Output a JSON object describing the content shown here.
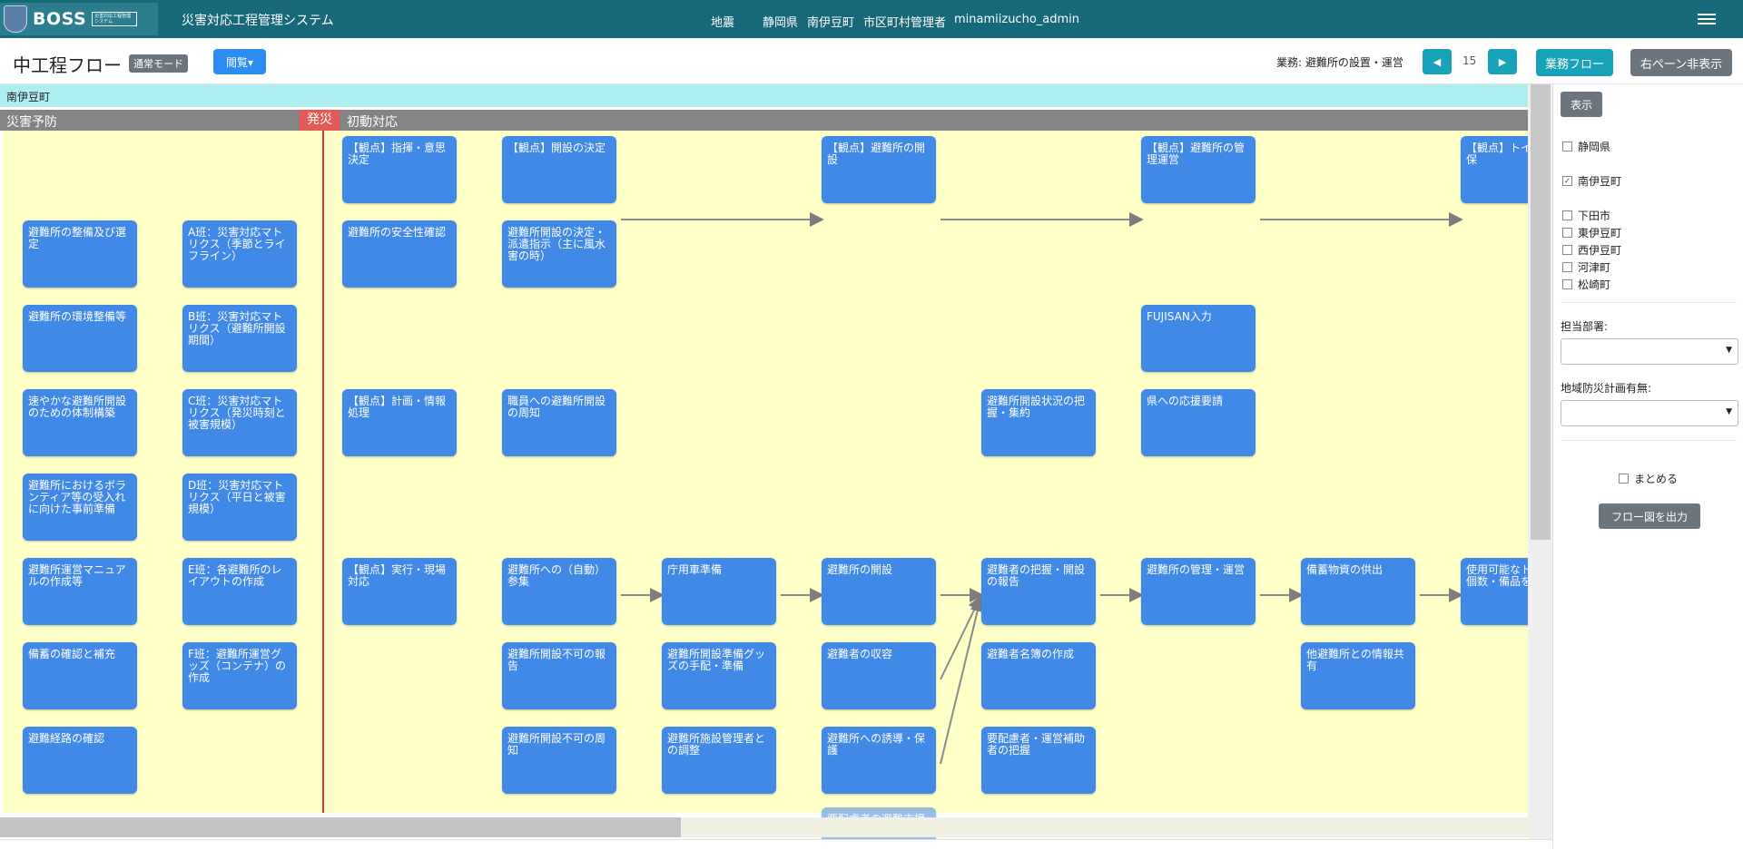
{
  "app": {
    "logo_text": "BOSS",
    "logo_sub": "災害対応工程管理システム",
    "system_name": "災害対応工程管理システム",
    "disaster": "地震",
    "prefecture": "静岡県",
    "town": "南伊豆町",
    "role": "市区町村管理者",
    "user": "minamiizucho_admin"
  },
  "toolbar": {
    "title": "中工程フロー",
    "mode": "通常モード",
    "view_label": "閲覧▾",
    "business": "業務: 避難所の設置・運営",
    "prev": "◀",
    "page": "15",
    "next": "▶",
    "flow_button": "業務フロー",
    "hide_pane": "右ペーン非表示"
  },
  "flow": {
    "town_label": "南伊豆町",
    "phase_prev": "災害予防",
    "phase_occ": "発災",
    "phase_init": "初動対応",
    "nodes": [
      {
        "label": "避難所の整備及び選定"
      },
      {
        "label": "避難所の環境整備等"
      },
      {
        "label": "速やかな避難所開設のための体制構築"
      },
      {
        "label": "避難所におけるボランティア等の受入れに向けた事前準備"
      },
      {
        "label": "避難所運営マニュアルの作成等"
      },
      {
        "label": "備蓄の確認と補充"
      },
      {
        "label": "避難経路の確認"
      },
      {
        "label": "A班：災害対応マトリクス（季節とライフライン）"
      },
      {
        "label": "B班：災害対応マトリクス（避難所開設期間）"
      },
      {
        "label": "C班：災害対応マトリクス（発災時刻と被害規模）"
      },
      {
        "label": "D班：災害対応マトリクス（平日と被害規模）"
      },
      {
        "label": "E班：各避難所のレイアウトの作成"
      },
      {
        "label": "F班：避難所運営グッズ（コンテナ）の作成"
      },
      {
        "label": "【観点】指揮・意思決定"
      },
      {
        "label": "避難所の安全性確認"
      },
      {
        "label": "【観点】計画・情報処理"
      },
      {
        "label": "【観点】実行・現場対応"
      },
      {
        "label": "【観点】開設の決定"
      },
      {
        "label": "避難所開設の決定・派遣指示（主に風水害の時）"
      },
      {
        "label": "職員への避難所開設の周知"
      },
      {
        "label": "避難所への（自動）参集"
      },
      {
        "label": "避難所開設不可の報告"
      },
      {
        "label": "避難所開設不可の周知"
      },
      {
        "label": "庁用車準備"
      },
      {
        "label": "避難所開設準備グッズの手配・準備"
      },
      {
        "label": "避難所施設管理者との調整"
      },
      {
        "label": "【観点】避難所の開設"
      },
      {
        "label": "避難所の開設"
      },
      {
        "label": "避難者の収容"
      },
      {
        "label": "避難所への誘導・保護"
      },
      {
        "label": "要配慮者の避難支援"
      },
      {
        "label": "避難所開設状況の把握・集約"
      },
      {
        "label": "避難者の把握・開設の報告"
      },
      {
        "label": "避難者名簿の作成"
      },
      {
        "label": "要配慮者・運営補助者の把握"
      },
      {
        "label": "【観点】避難所の管理運営"
      },
      {
        "label": "FUJISAN入力"
      },
      {
        "label": "県への応援要請"
      },
      {
        "label": "避難所の管理・運営"
      },
      {
        "label": "備蓄物資の供出"
      },
      {
        "label": "他避難所との情報共有"
      },
      {
        "label": "【観点】トイレの確保"
      },
      {
        "label": "使用可能なトイレの個数・備品を確認"
      }
    ]
  },
  "side": {
    "show_button": "表示",
    "prefecture": {
      "label": "静岡県",
      "checked": false
    },
    "own_town": {
      "label": "南伊豆町",
      "checked": true
    },
    "towns": [
      {
        "label": "下田市"
      },
      {
        "label": "東伊豆町"
      },
      {
        "label": "西伊豆町"
      },
      {
        "label": "河津町"
      },
      {
        "label": "松崎町"
      }
    ],
    "department_label": "担当部署:",
    "plan_label": "地域防災計画有無:",
    "combine_label": "まとめる",
    "export_button": "フロー図を出力",
    "check_mark": "✓"
  },
  "colors": {
    "navbar": "#17697a",
    "node": "#4189e6",
    "canvas": "#ffffc8",
    "town_bar": "#aeeeef",
    "phase_bar": "#848484",
    "occurrence": "#e35a56",
    "accent_teal": "#17a2b8",
    "primary_blue": "#2c8cf0"
  }
}
